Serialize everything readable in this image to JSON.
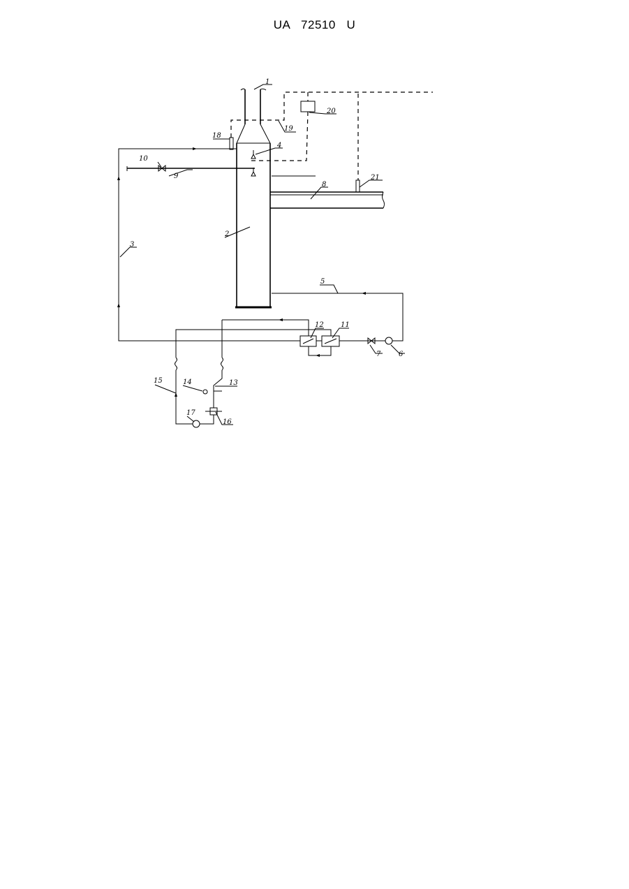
{
  "header": {
    "doc_number": "UA   72510   U"
  },
  "labels": [
    "1",
    "2",
    "3",
    "4",
    "5",
    "6",
    "7",
    "8",
    "9",
    "10",
    "11",
    "12",
    "13",
    "14",
    "15",
    "16",
    "17",
    "18",
    "19",
    "20",
    "21"
  ]
}
